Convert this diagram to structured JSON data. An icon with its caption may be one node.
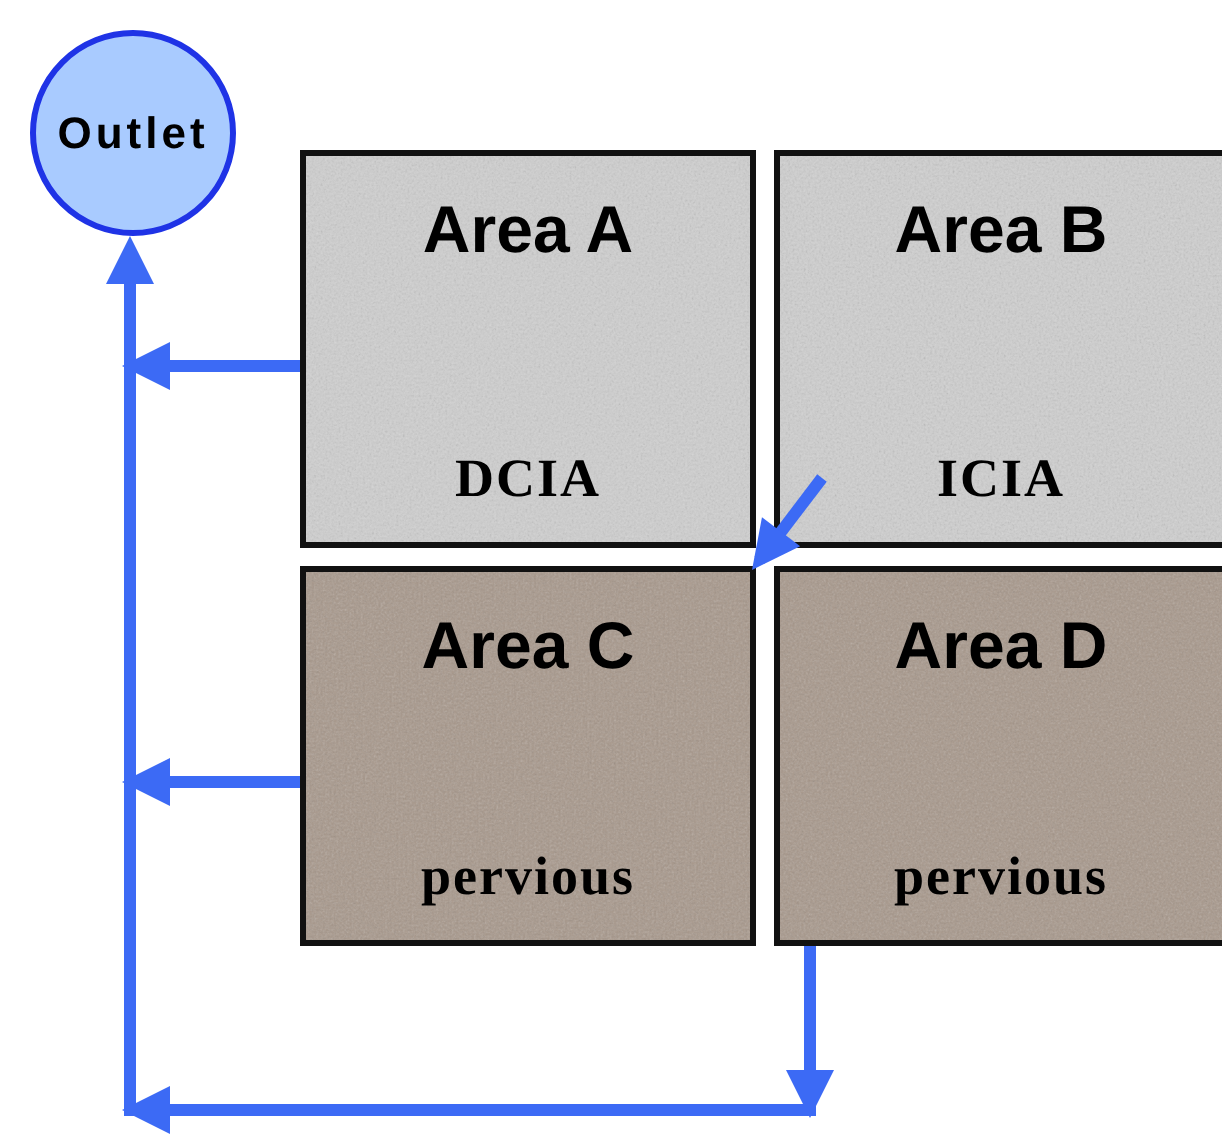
{
  "diagram": {
    "nodes": [
      {
        "text": [
          "Outlet"
        ]
      },
      {
        "text": [
          "Area A",
          "DCIA"
        ]
      },
      {
        "text": [
          "Area B",
          "ICIA"
        ]
      },
      {
        "text": [
          "Area C",
          "pervious"
        ]
      },
      {
        "text": [
          "Area D",
          "pervious"
        ]
      }
    ],
    "edges": [
      {
        "from": 1,
        "to": 0,
        "arrow": "to"
      },
      {
        "from": 3,
        "to": 0,
        "arrow": "to"
      },
      {
        "from": 4,
        "to": 0,
        "arrow": "to"
      },
      {
        "from": 2,
        "to": 3,
        "arrow": "to"
      }
    ]
  }
}
